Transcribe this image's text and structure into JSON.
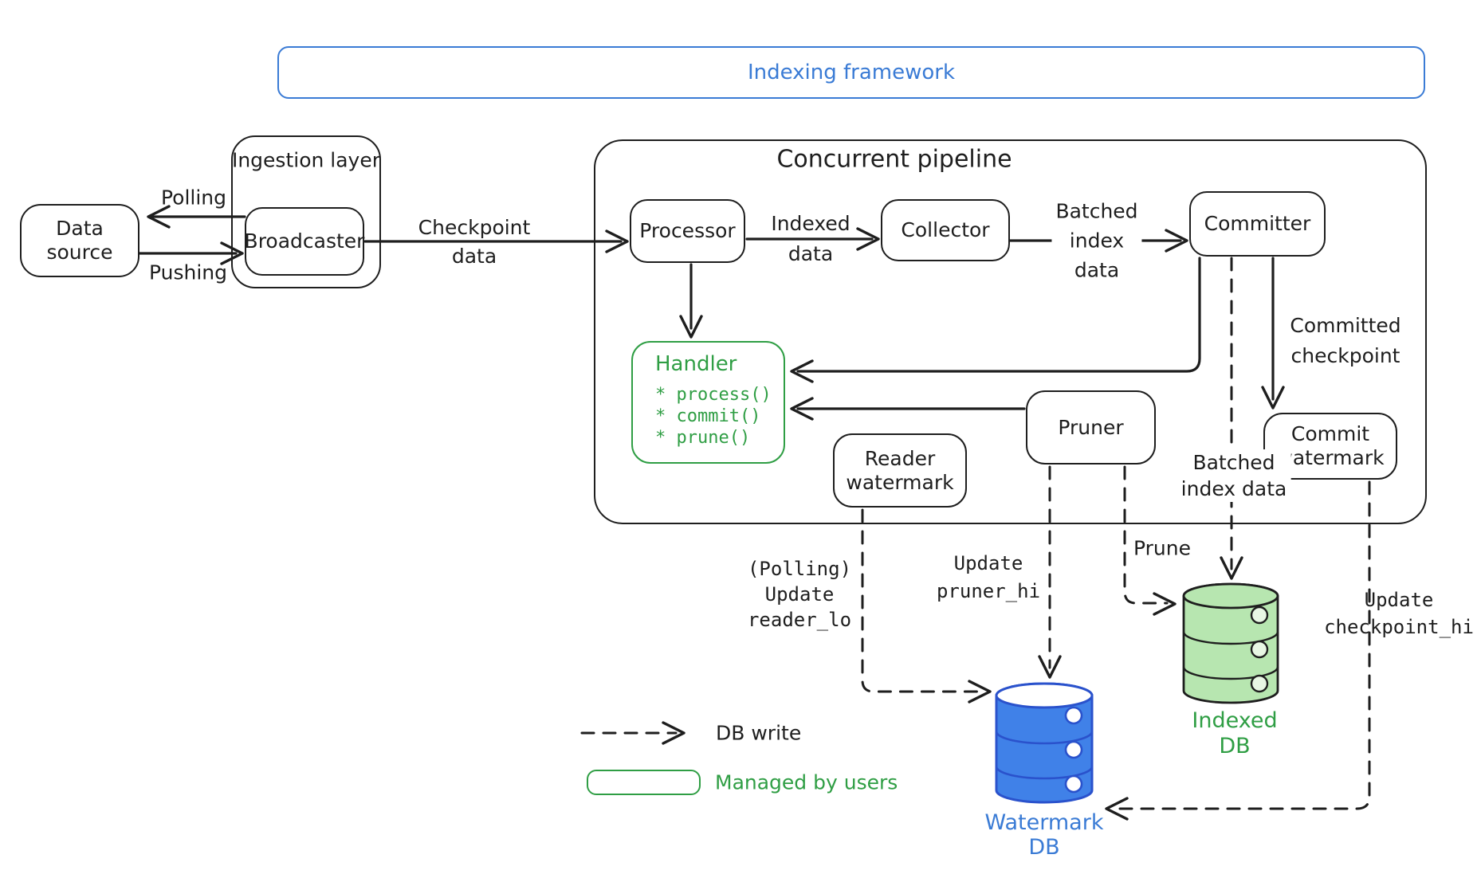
{
  "title": {
    "frame_label": "Indexing framework"
  },
  "colors": {
    "ink": "#1e1e1e",
    "blue": "#3a7bd5",
    "green": "#2f9e44",
    "db_blue_fill": "#4081e8",
    "db_blue_stroke": "#2a52cc",
    "db_green_fill": "#b7e6b0",
    "db_green_stroke": "#1e1e1e"
  },
  "nodes": {
    "data_source": {
      "label": "Data source"
    },
    "ingestion_layer": {
      "label": "Ingestion layer"
    },
    "broadcaster": {
      "label": "Broadcaster"
    },
    "pipeline": {
      "label": "Concurrent pipeline"
    },
    "processor": {
      "label": "Processor"
    },
    "collector": {
      "label": "Collector"
    },
    "committer": {
      "label": "Committer"
    },
    "handler": {
      "title": "Handler",
      "methods": [
        "* process()",
        "* commit()",
        "* prune()"
      ]
    },
    "reader_watermark": {
      "label": "Reader watermark"
    },
    "pruner": {
      "label": "Pruner"
    },
    "commit_watermark": {
      "label": "Commit watermark"
    },
    "watermark_db": {
      "lines": [
        "Watermark",
        "DB"
      ]
    },
    "indexed_db": {
      "lines": [
        "Indexed",
        "DB"
      ]
    }
  },
  "edges": {
    "polling": {
      "label": "Polling"
    },
    "pushing": {
      "label": "Pushing"
    },
    "checkpoint_data": {
      "lines": [
        "Checkpoint",
        "data"
      ]
    },
    "indexed_data": {
      "lines": [
        "Indexed",
        "data"
      ]
    },
    "batched_index_data_top": {
      "lines": [
        "Batched",
        "index",
        "data"
      ]
    },
    "committed_checkpoint": {
      "lines": [
        "Committed",
        "checkpoint"
      ]
    },
    "batched_index_data_bottom": {
      "lines": [
        "Batched",
        "index data"
      ]
    },
    "update_reader_lo": {
      "lines": [
        "(Polling)",
        "Update",
        "reader_lo"
      ]
    },
    "update_pruner_hi": {
      "lines": [
        "Update",
        "pruner_hi"
      ]
    },
    "prune": {
      "label": "Prune"
    },
    "update_checkpoint_hi": {
      "lines": [
        "Update",
        "checkpoint_hi"
      ]
    }
  },
  "legend": {
    "db_write": "DB write",
    "managed_by_users": "Managed by users"
  }
}
